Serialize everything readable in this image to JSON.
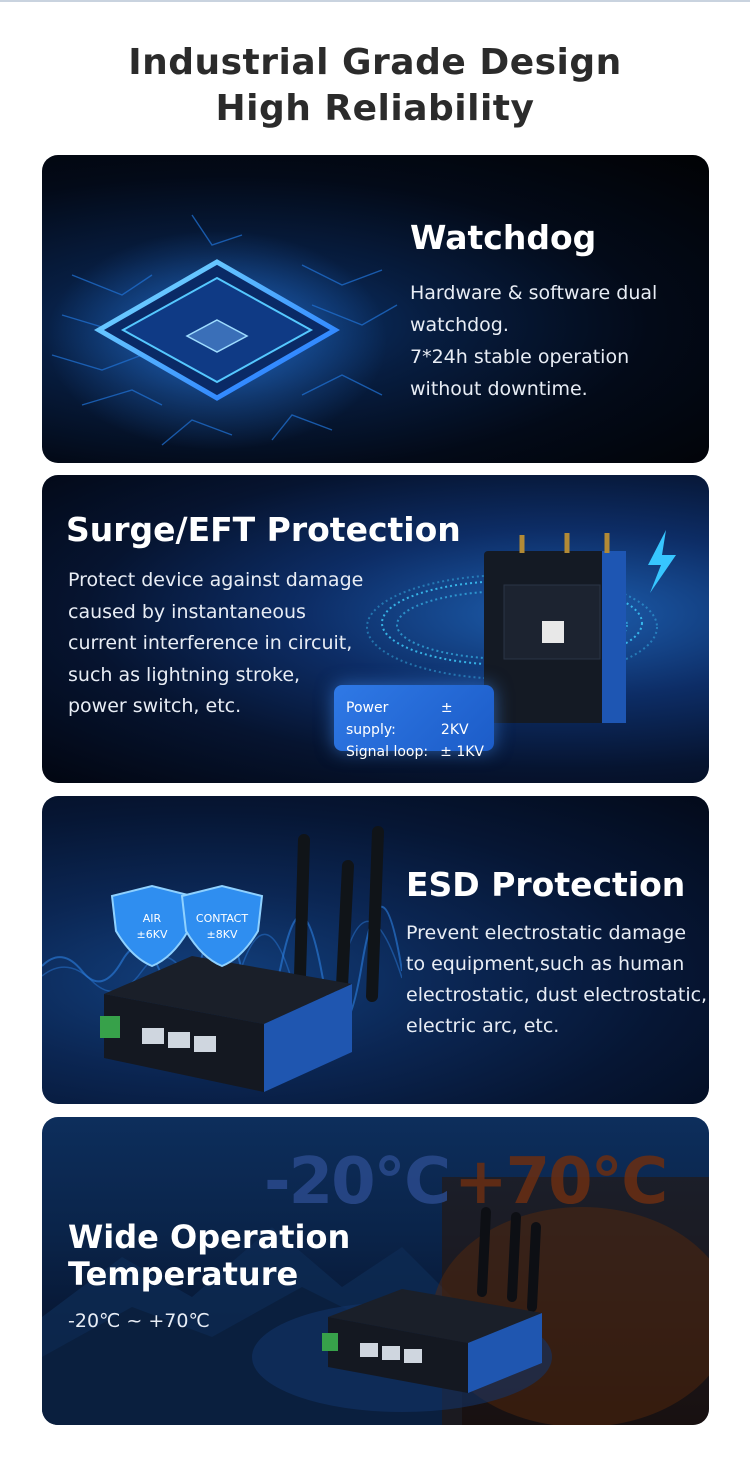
{
  "page": {
    "title_line1": "Industrial Grade Design",
    "title_line2": "High Reliability"
  },
  "watchdog": {
    "title": "Watchdog",
    "lines": [
      "Hardware & software dual",
      "watchdog.",
      "7*24h stable operation",
      "without downtime."
    ]
  },
  "surge": {
    "title": "Surge/EFT Protection",
    "lines": [
      "Protect device against damage",
      "caused by instantaneous",
      "current interference in circuit,",
      "such as lightning stroke,",
      "power switch, etc."
    ],
    "badge": {
      "power_label": "Power supply:",
      "power_value": "± 2KV",
      "signal_label": "Signal loop:",
      "signal_value": "± 1KV"
    }
  },
  "esd": {
    "title": "ESD Protection",
    "lines": [
      "Prevent electrostatic damage",
      "to equipment,such as human",
      "electrostatic, dust electrostatic,",
      "electric arc, etc."
    ],
    "shield_air_line1": "AIR",
    "shield_air_line2": "±6KV",
    "shield_contact_line1": "CONTACT",
    "shield_contact_line2": "±8KV"
  },
  "temperature": {
    "title_line1": "Wide Operation",
    "title_line2": "Temperature",
    "range": "-20℃ ~ +70℃",
    "cold_display": "-20℃",
    "hot_display": "+70℃"
  },
  "colors": {
    "accent_blue": "#2f79e6",
    "glow_cyan": "#35c7ff",
    "heading_dark": "#2b2b2b"
  }
}
